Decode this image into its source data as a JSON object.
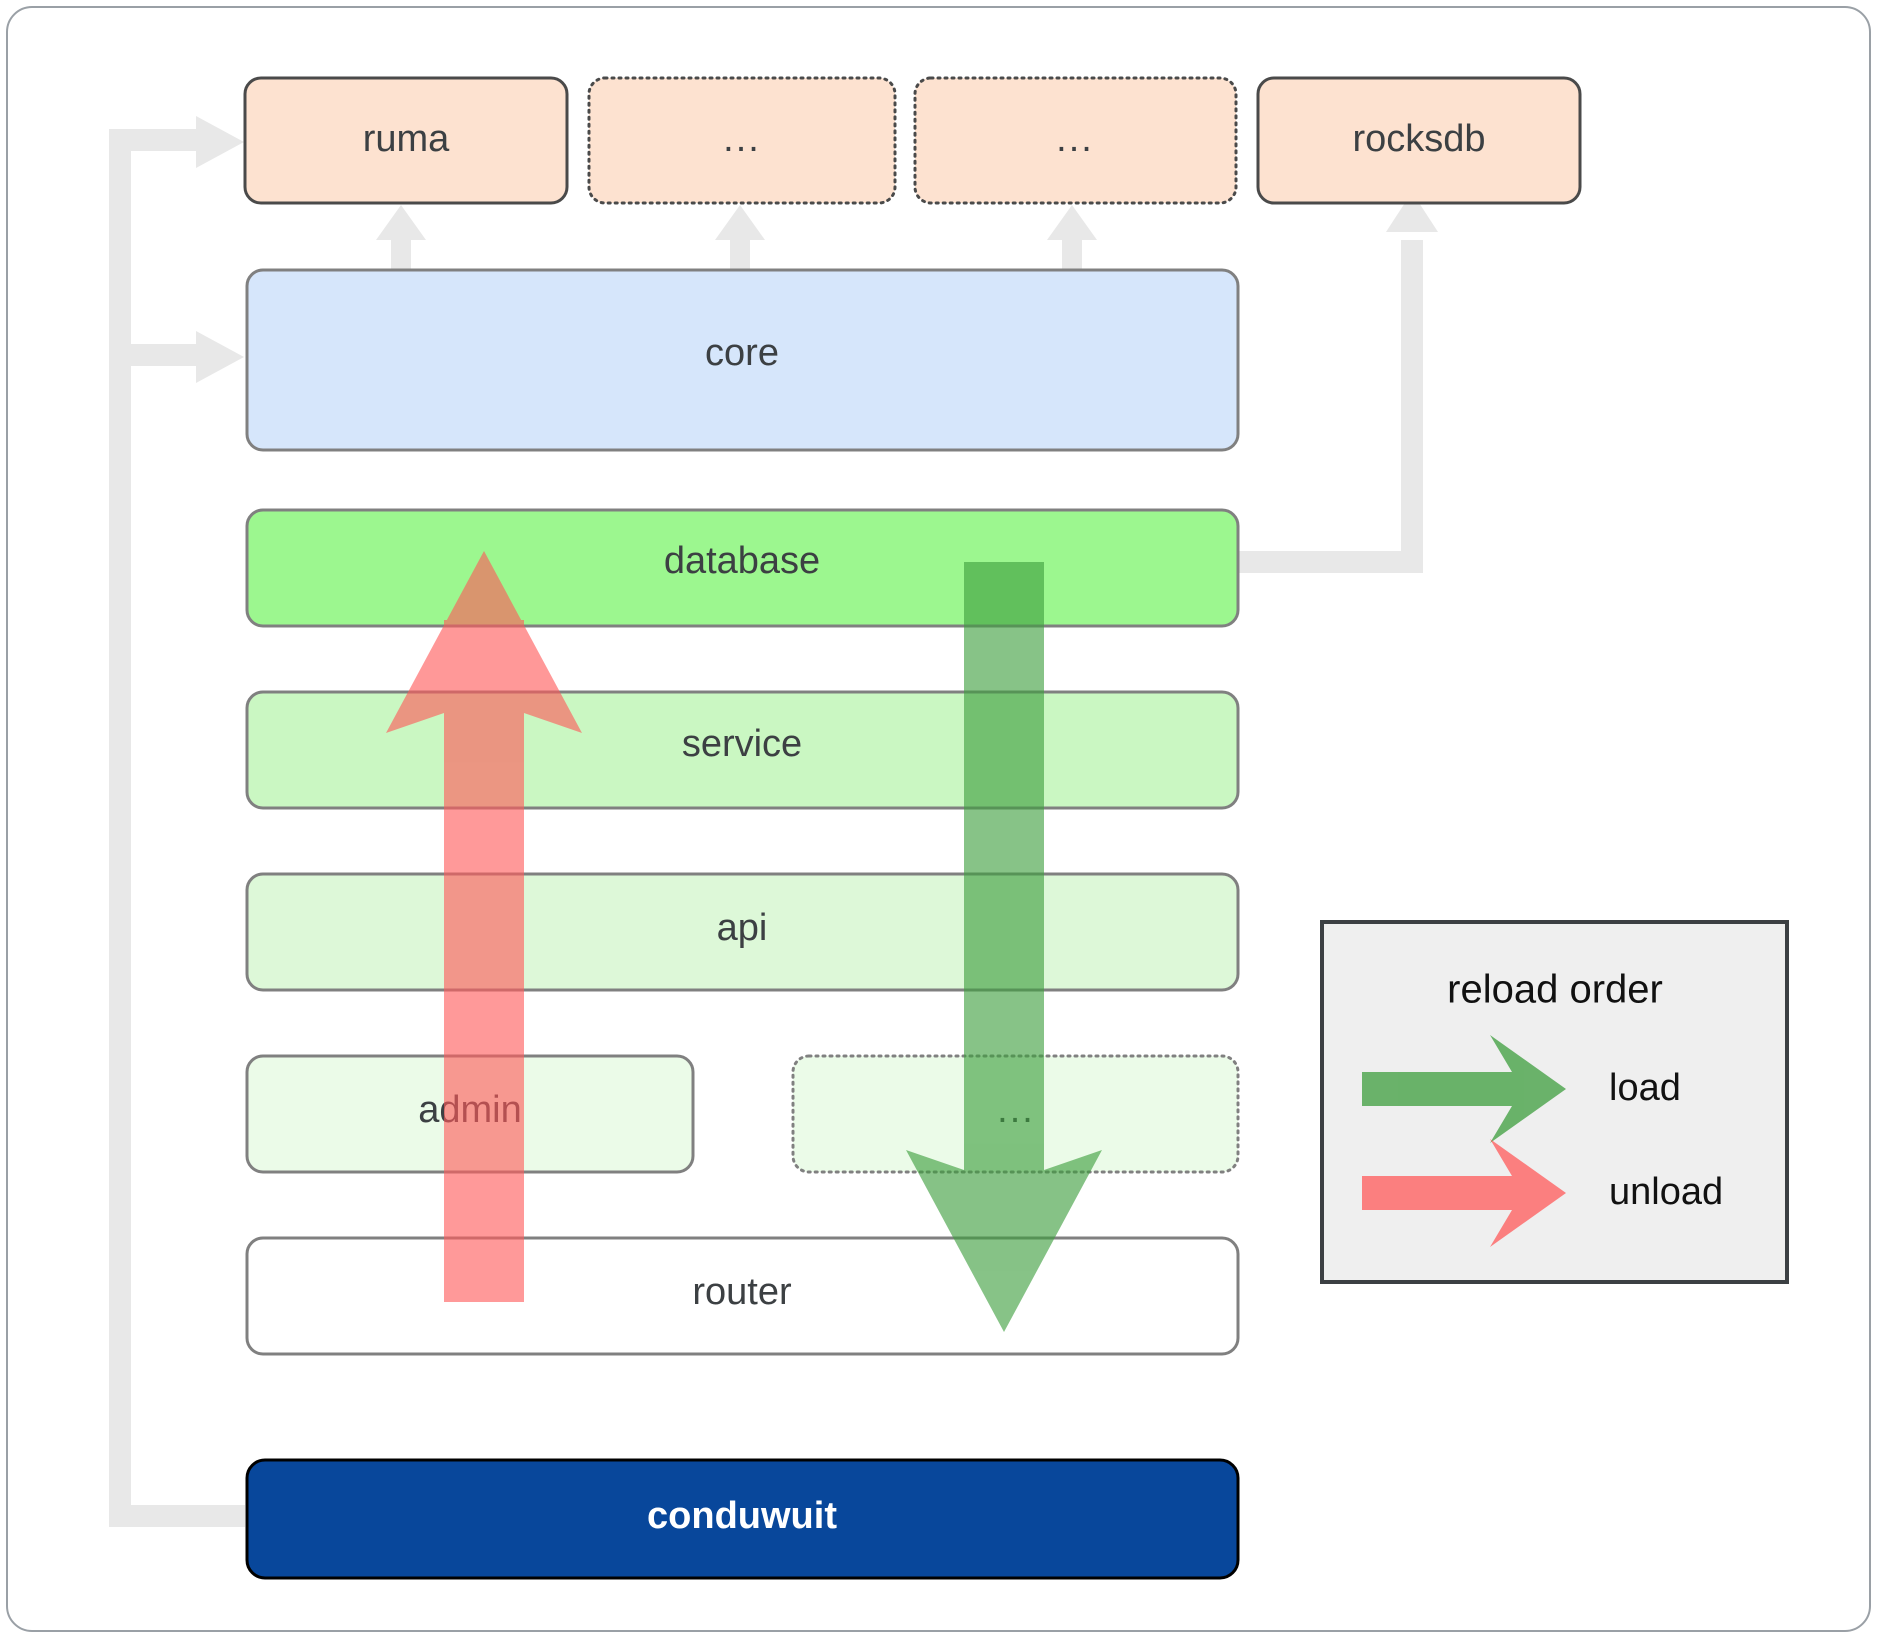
{
  "diagram": {
    "title": "conduwuit crate architecture / reload order",
    "frame": {
      "border_color": "#9aa0a6",
      "background": "#ffffff"
    },
    "colors": {
      "dependency_fill": "#fde2d0",
      "dependency_stroke": "#4a4a4a",
      "core_fill": "#d6e6fb",
      "core_stroke": "#808080",
      "database_fill": "#9cf78f",
      "service_fill": "#caf7c2",
      "api_fill": "#ddf8d8",
      "admin_fill": "#ebfbe8",
      "router_fill": "#ffffff",
      "layer_stroke": "#808080",
      "app_fill": "#08479b",
      "app_stroke": "#000000",
      "app_text": "#ffffff",
      "connector": "#e8e8e8",
      "load_arrow": "#4caf50",
      "unload_arrow": "#ff5a5a",
      "legend_fill": "#efefef",
      "legend_stroke": "#3c4043",
      "label_text": "#3c4043"
    },
    "dependencies": [
      {
        "id": "ruma",
        "label": "ruma",
        "style": "solid"
      },
      {
        "id": "dep-more-1",
        "label": "...",
        "style": "dotted"
      },
      {
        "id": "dep-more-2",
        "label": "...",
        "style": "dotted"
      },
      {
        "id": "rocksdb",
        "label": "rocksdb",
        "style": "solid"
      }
    ],
    "layers": [
      {
        "id": "core",
        "label": "core",
        "style": "solid"
      },
      {
        "id": "database",
        "label": "database",
        "style": "solid"
      },
      {
        "id": "service",
        "label": "service",
        "style": "solid"
      },
      {
        "id": "api",
        "label": "api",
        "style": "solid"
      },
      {
        "id": "admin",
        "label": "admin",
        "style": "solid"
      },
      {
        "id": "layer-more",
        "label": "...",
        "style": "dotted"
      },
      {
        "id": "router",
        "label": "router",
        "style": "solid"
      }
    ],
    "application": {
      "id": "conduwuit",
      "label": "conduwuit"
    },
    "legend": {
      "title": "reload order",
      "entries": [
        {
          "id": "load",
          "label": "load",
          "color": "#4caf50",
          "direction": "down"
        },
        {
          "id": "unload",
          "label": "unload",
          "color": "#ff5a5a",
          "direction": "up"
        }
      ]
    }
  }
}
